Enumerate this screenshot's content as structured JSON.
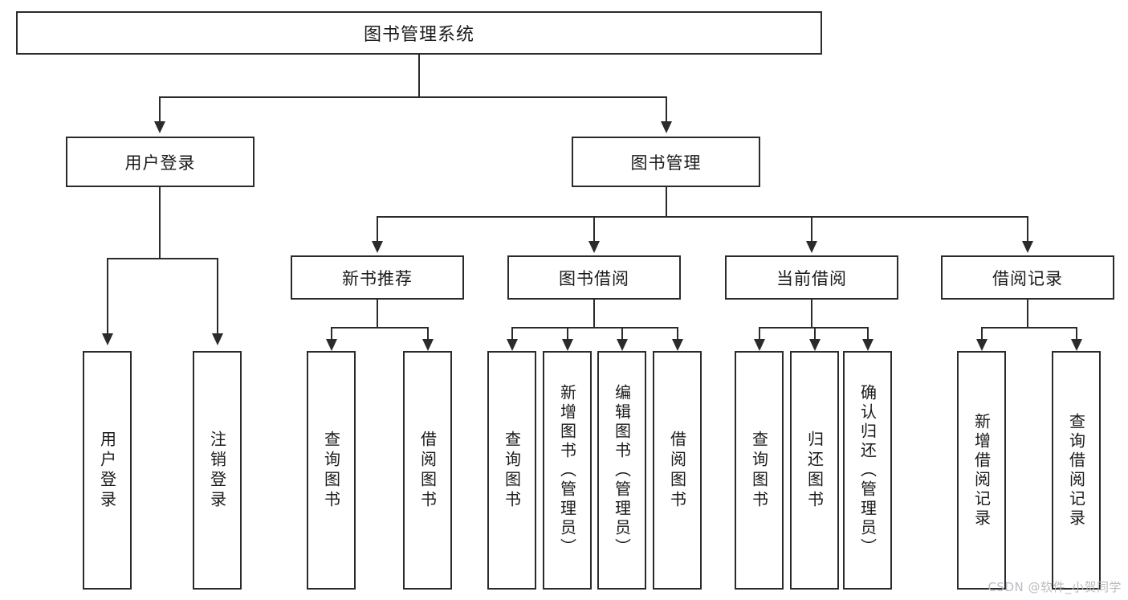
{
  "diagram": {
    "title": "图书管理系统",
    "type": "hierarchy-tree",
    "root": {
      "id": "root",
      "label": "图书管理系统"
    },
    "level2": [
      {
        "id": "user-login",
        "label": "用户登录"
      },
      {
        "id": "book-manage",
        "label": "图书管理"
      }
    ],
    "level3": [
      {
        "id": "new-book-rec",
        "label": "新书推荐",
        "parent": "book-manage"
      },
      {
        "id": "book-borrow",
        "label": "图书借阅",
        "parent": "book-manage"
      },
      {
        "id": "current-borrow",
        "label": "当前借阅",
        "parent": "book-manage"
      },
      {
        "id": "borrow-record",
        "label": "借阅记录",
        "parent": "book-manage"
      }
    ],
    "leaves": [
      {
        "id": "leaf-user-login",
        "label": "用户登录",
        "parent": "user-login"
      },
      {
        "id": "leaf-logout",
        "label": "注销登录",
        "parent": "user-login"
      },
      {
        "id": "leaf-query-book-1",
        "label": "查询图书",
        "parent": "new-book-rec"
      },
      {
        "id": "leaf-borrow-book-1",
        "label": "借阅图书",
        "parent": "new-book-rec"
      },
      {
        "id": "leaf-query-book-2",
        "label": "查询图书",
        "parent": "book-borrow"
      },
      {
        "id": "leaf-add-book",
        "label": "新增图书（管理员）",
        "parent": "book-borrow"
      },
      {
        "id": "leaf-edit-book",
        "label": "编辑图书（管理员）",
        "parent": "book-borrow"
      },
      {
        "id": "leaf-borrow-book-2",
        "label": "借阅图书",
        "parent": "book-borrow"
      },
      {
        "id": "leaf-query-book-3",
        "label": "查询图书",
        "parent": "current-borrow"
      },
      {
        "id": "leaf-return-book",
        "label": "归还图书",
        "parent": "current-borrow"
      },
      {
        "id": "leaf-confirm-return",
        "label": "确认归还（管理员）",
        "parent": "current-borrow"
      },
      {
        "id": "leaf-add-record",
        "label": "新增借阅记录",
        "parent": "borrow-record"
      },
      {
        "id": "leaf-query-record",
        "label": "查询借阅记录",
        "parent": "borrow-record"
      }
    ]
  },
  "watermark": {
    "text": "CSDN @软件_小贺同学"
  },
  "colors": {
    "stroke": "#2b2b2b",
    "background": "#ffffff",
    "text": "#1a1a1a",
    "watermark": "#b9bcc0"
  }
}
